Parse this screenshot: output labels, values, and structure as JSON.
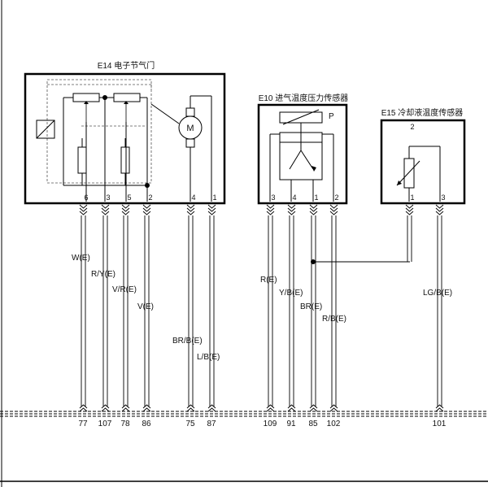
{
  "components": {
    "e14": {
      "title": "E14 电子节气门",
      "pins": [
        "6",
        "3",
        "5",
        "2",
        "4",
        "1"
      ],
      "motor_symbol": "M"
    },
    "e10": {
      "title": "E10 进气温度压力传感器",
      "pins": [
        "3",
        "4",
        "1",
        "2"
      ],
      "pressure_symbol": "P"
    },
    "e15": {
      "title": "E15 冷却液温度传感器",
      "top_pin": "2",
      "pins": [
        "1",
        "3"
      ]
    }
  },
  "wires": [
    {
      "label": "W(E)",
      "terminal": "77"
    },
    {
      "label": "R/Y(E)",
      "terminal": "107"
    },
    {
      "label": "V/R(E)",
      "terminal": "78"
    },
    {
      "label": "V(E)",
      "terminal": "86"
    },
    {
      "label": "BR/B(E)",
      "terminal": "75"
    },
    {
      "label": "L/B(E)",
      "terminal": "87"
    },
    {
      "label": "R(E)",
      "terminal": "109"
    },
    {
      "label": "Y/B(E)",
      "terminal": "91"
    },
    {
      "label": "BR(E)",
      "terminal": "85"
    },
    {
      "label": "R/B(E)",
      "terminal": "102"
    },
    {
      "label": "LG/B(E)",
      "terminal": "101"
    }
  ]
}
